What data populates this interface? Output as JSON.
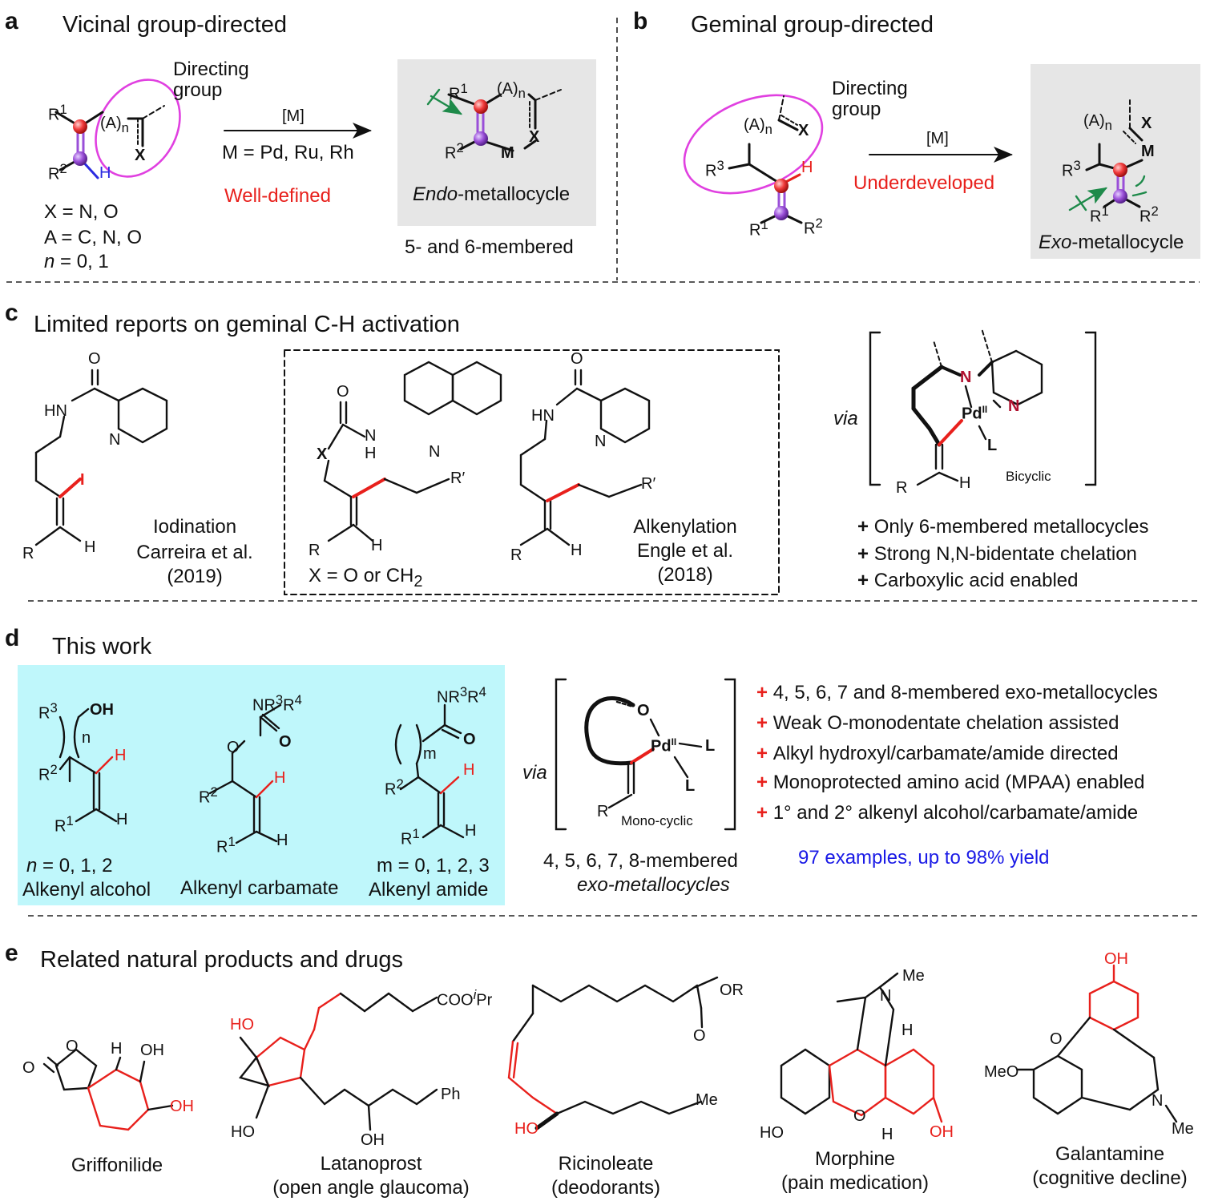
{
  "panels": {
    "a": {
      "label": "a",
      "title": "Vicinal group-directed",
      "directing": "Directing\ngroup",
      "reagent": "[M]",
      "metals": "M = Pd, Ru, Rh",
      "status": "Well-defined",
      "product": "Endo-metallocycle",
      "product_prefix": "Endo",
      "product_suffix": "-metallocycle",
      "ring_sizes": "5- and 6-membered",
      "x_def": "X = N, O",
      "a_def": "A = C, N, O",
      "n_def": "= 0, 1",
      "n_var": "n"
    },
    "b": {
      "label": "b",
      "title": "Geminal group-directed",
      "directing": "Directing\ngroup",
      "reagent": "[M]",
      "status": "Underdeveloped",
      "product_prefix": "Exo",
      "product_suffix": "-metallocycle"
    },
    "c": {
      "label": "c",
      "title": "Limited reports on geminal C-H activation",
      "ref1_type": "Iodination",
      "ref1_author": "Carreira et al.",
      "ref1_year": "(2019)",
      "x_def": "X = O or CH",
      "x_sub": "2",
      "ref2_type": "Alkenylation",
      "ref2_author": "Engle et al.",
      "ref2_year": "(2018)",
      "via": "via",
      "bicyclic": "Bicyclic",
      "points": [
        "Only 6-membered metallocycles",
        "Strong N,N-bidentate chelation",
        "Carboxylic acid enabled"
      ]
    },
    "d": {
      "label": "d",
      "title": "This work",
      "sub1_def": "= 0, 1, 2",
      "sub1_var": "n",
      "sub1_name": "Alkenyl alcohol",
      "sub2_name": "Alkenyl carbamate",
      "sub3_def": "m = 0, 1, 2, 3",
      "sub3_name": "Alkenyl amide",
      "via": "via",
      "monocyclic": "Mono-cyclic",
      "ring_sizes": "4, 5, 6, 7, 8-membered",
      "ring_sizes2": "exo-metallocycles",
      "points": [
        "4, 5, 6, 7 and 8-membered exo-metallocycles",
        "Weak O-monodentate chelation assisted",
        "Alkyl hydroxyl/carbamate/amide directed",
        "Monoprotected amino acid (MPAA) enabled",
        "1° and 2° alkenyl alcohol/carbamate/amide"
      ],
      "summary": "97 examples, up to 98% yield"
    },
    "e": {
      "label": "e",
      "title": "Related natural products and drugs",
      "compounds": [
        {
          "name": "Griffonilide",
          "use": ""
        },
        {
          "name": "Latanoprost",
          "use": "(open angle glaucoma)"
        },
        {
          "name": "Ricinoleate",
          "use": "(deodorants)"
        },
        {
          "name": "Morphine",
          "use": "(pain medication)"
        },
        {
          "name": "Galantamine",
          "use": "(cognitive decline)"
        }
      ]
    }
  },
  "colors": {
    "accent_red": "#e8201c",
    "ellipse_magenta": "#e040e0",
    "highlight_cyan": "#bff7fb",
    "gray_box": "#e6e6e6",
    "atom_red": "#f03a3a",
    "atom_purple": "#9a4fd8",
    "green_arrow": "#1e8a4a",
    "blue_text": "#1a1ae6",
    "dark_red_N": "#b0112f"
  }
}
